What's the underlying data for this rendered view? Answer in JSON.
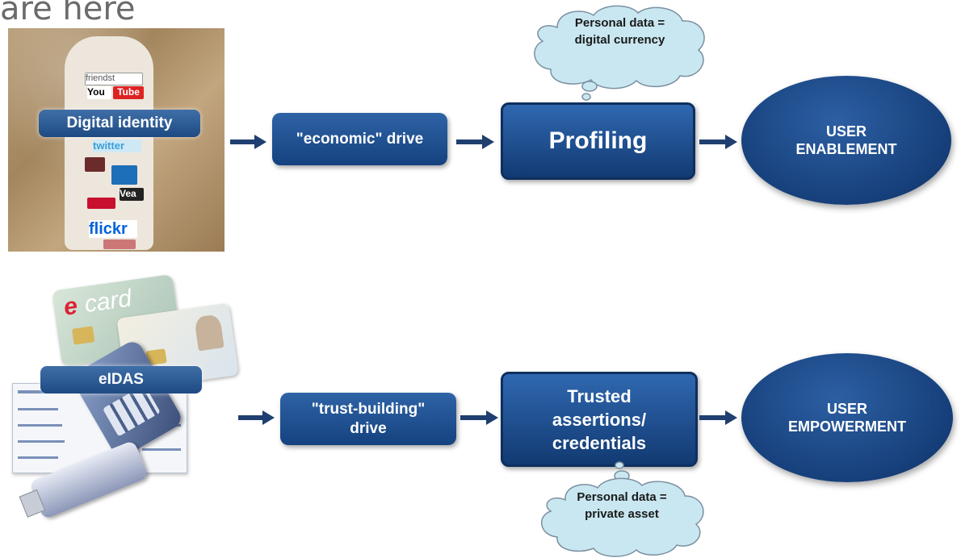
{
  "heading": "are here",
  "top_row": {
    "image_label": "Digital identity",
    "drive_label": "\"economic\" drive",
    "process_label": "Profiling",
    "outcome_label": "USER ENABLEMENT",
    "cloud_text": "Personal data = digital currency"
  },
  "bottom_row": {
    "image_label": "eIDAS",
    "drive_label": "\"trust-building\" drive",
    "process_label": "Trusted assertions/ credentials",
    "outcome_label": "USER EMPOWERMENT",
    "cloud_text": "Personal data = private asset"
  },
  "collage_text": [
    "friendst",
    "You",
    "Tube",
    "twitter",
    "Vea",
    "flickr"
  ],
  "card_text": [
    "card",
    "e"
  ],
  "colors": {
    "box": "#1f4f8f",
    "arrow": "#1f3f70",
    "cloud": "#c9e7f1",
    "text": "#ffffff"
  }
}
